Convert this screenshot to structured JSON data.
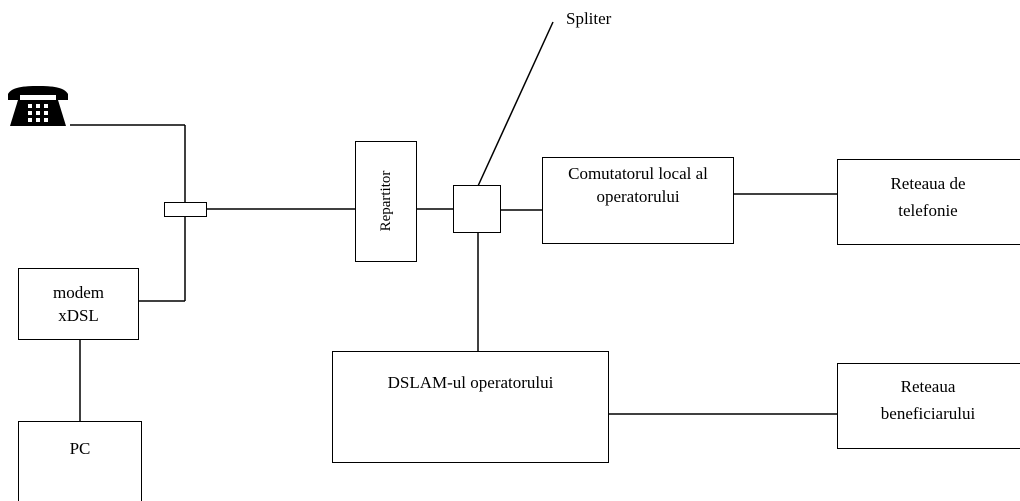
{
  "labels": {
    "spliter": "Spliter",
    "repartitor": "Repartitor",
    "comutator_line1": "Comutatorul local al",
    "comutator_line2": "operatorului",
    "retea_telefonie_line1": "Reteaua de",
    "retea_telefonie_line2": "telefonie",
    "modem_line1": "modem",
    "modem_line2": "xDSL",
    "pc": "PC",
    "dslam": "DSLAM-ul operatorului",
    "retea_benef_line1": "Reteaua",
    "retea_benef_line2": "beneficiarului"
  },
  "icons": {
    "telephone": "telephone-icon"
  }
}
